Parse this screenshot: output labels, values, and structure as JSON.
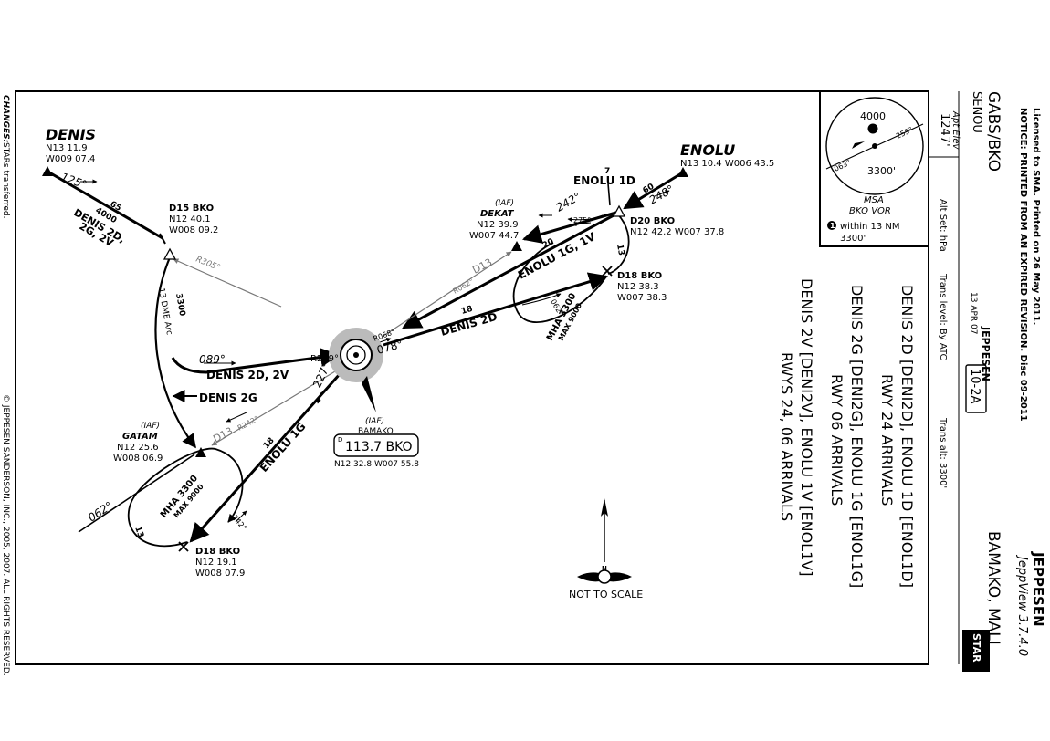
{
  "header": {
    "license_line": "Licensed to SMA. Printed on 26 May 2011.",
    "notice_line": "NOTICE: PRINTED FROM AN EXPIRED REVISION.  Disc 09-2011",
    "brand": "JEPPESEN",
    "jeppview_version": "JeppView 3.7.4.0",
    "airport_ident": "GABS/BKO",
    "airport_code": "SENOU",
    "city": "BAMAKO, MALI",
    "chart_type": "STAR",
    "apt_elev_label": "Apt Elev",
    "apt_elev_value": "1247'",
    "chart_number": "10-2A",
    "chart_date": "13 APR 07",
    "jeppesen_logo_text": "JEPPESEN",
    "alt_set": "Alt Set: hPa",
    "trans_level": "Trans level: By ATC",
    "trans_alt": "Trans alt: 3300'"
  },
  "title_block": {
    "line1": "DENIS 2D [DENI2D], ENOLU 1D [ENOL1D]",
    "line2": "RWY 24 ARRIVALS",
    "line3": "DENIS 2G [DENI2G], ENOLU 1G [ENOL1G]",
    "line4": "RWY 06 ARRIVALS",
    "line5": "DENIS 2V [DENI2V], ENOLU 1V [ENOL1V]",
    "line6": "RWYS 24, 06 ARRIVALS"
  },
  "msa": {
    "alt_north": "4000'",
    "alt_south": "3300'",
    "bearing_1": "063°",
    "bearing_2": "255°",
    "title": "MSA",
    "subtitle": "BKO VOR",
    "note_within": "within 13 NM",
    "note_alt": "3300'",
    "note_num": "1"
  },
  "fixes": {
    "denis": {
      "name": "DENIS",
      "lat": "N13 11.9",
      "lon": "W009 07.4"
    },
    "enolu": {
      "name": "ENOLU",
      "coords": "N13 10.4 W006 43.5"
    },
    "d15bko": {
      "name": "D15 BKO",
      "lat": "N12 40.1",
      "lon": "W008 09.2"
    },
    "dekat": {
      "tag": "(IAF)",
      "name": "DEKAT",
      "lat": "N12 39.9",
      "lon": "W007 44.7"
    },
    "d20bko": {
      "name": "D20 BKO",
      "coords": "N12 42.2 W007 37.8"
    },
    "d18bko_e": {
      "name": "D18 BKO",
      "lat": "N12 38.3",
      "lon": "W007 38.3"
    },
    "gatam": {
      "tag": "(IAF)",
      "name": "GATAM",
      "lat": "N12 25.6",
      "lon": "W008 06.9"
    },
    "d18bko_w": {
      "name": "D18 BKO",
      "lat": "N12 19.1",
      "lon": "W008 07.9"
    }
  },
  "navaid": {
    "tag": "(IAF)",
    "name": "BAMAKO",
    "freq_ident": "113.7 BKO",
    "d_mark": "D",
    "coords": "N12 32.8 W007 55.8",
    "radial_269": "R269°",
    "radial_068": "R068°",
    "course_078": "078°",
    "course_227": "227°"
  },
  "route_labels": {
    "denis_course": "125°",
    "denis_dist": "65",
    "denis_alt": "4000",
    "denis_routes": "DENIS 2D,",
    "denis_routes2": "2G, 2V",
    "r305": "R305°",
    "dme_arc": "13 DME Arc",
    "arc_alt": "3300",
    "c089": "089°",
    "denis_2d_2v": "DENIS 2D, 2V",
    "denis_2g": "DENIS 2G",
    "d13_w": "D13",
    "r242": "R242°",
    "enolu_1g": "ENOLU 1G",
    "enolu_1g_dist": "18",
    "c062": "062°",
    "leg13_w": "13",
    "c242_w": "242°",
    "mha_w": "MHA 3300",
    "max_w": "MAX 9000",
    "enolu_course": "248°",
    "enolu_dist": "60",
    "enolu_1d_dist": "7",
    "enolu_1d": "ENOLU 1D",
    "c242_e": "242°",
    "c275": "275°",
    "enolu_1g_1v": "ENOLU 1G, 1V",
    "enolu_1g_1v_dist": "20",
    "d13_e": "D13",
    "r062": "R062°",
    "leg13_e": "13",
    "c062_e": "062°",
    "mha_e": "MHA 3300",
    "max_e": "MAX 9000",
    "denis_2d": "DENIS 2D",
    "denis_2d_dist": "18"
  },
  "footer": {
    "not_to_scale": "NOT TO SCALE",
    "changes_label": "CHANGES:",
    "changes_text": "STARs transferred.",
    "copyright": "© JEPPESEN SANDERSON, INC., 2005, 2007. ALL RIGHTS RESERVED."
  }
}
